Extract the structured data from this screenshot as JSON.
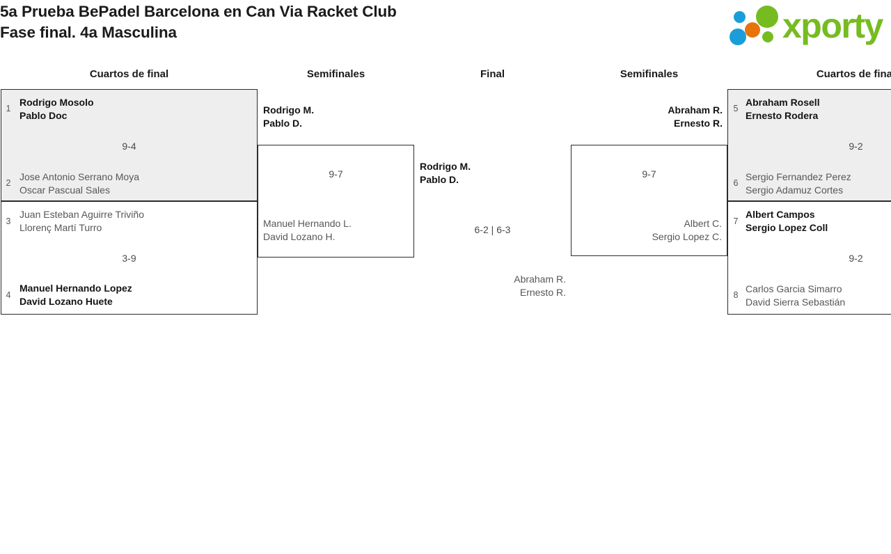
{
  "header": {
    "title": "5a Prueba BePadel Barcelona en Can Via Racket Club\nFase final. 4a Masculina",
    "logo_text": "xporty",
    "logo_colors": {
      "green": "#76bc21",
      "blue": "#1b9dd9",
      "orange": "#e8730c"
    }
  },
  "rounds": [
    {
      "id": "qf-left",
      "label": "Cuartos de final"
    },
    {
      "id": "sf-left",
      "label": "Semifinales"
    },
    {
      "id": "final",
      "label": "Final"
    },
    {
      "id": "sf-right",
      "label": "Semifinales"
    },
    {
      "id": "qf-right",
      "label": "Cuartos de final"
    }
  ],
  "matches": {
    "qf1": {
      "shaded": true,
      "score": "9-4",
      "top": {
        "seed": "1",
        "p1": "Rodrigo Mosolo",
        "p2": "Pablo Doc",
        "winner": true
      },
      "bottom": {
        "seed": "2",
        "p1": "Jose Antonio Serrano Moya",
        "p2": "Oscar Pascual Sales",
        "winner": false
      }
    },
    "qf2": {
      "shaded": false,
      "score": "3-9",
      "top": {
        "seed": "3",
        "p1": "Juan Esteban Aguirre Triviño",
        "p2": "Llorenç Martí Turro",
        "winner": false
      },
      "bottom": {
        "seed": "4",
        "p1": "Manuel Hernando Lopez",
        "p2": "David Lozano Huete",
        "winner": true
      }
    },
    "qf3": {
      "shaded": true,
      "score": "9-2",
      "top": {
        "seed": "5",
        "p1": "Abraham Rosell",
        "p2": "Ernesto Rodera",
        "winner": true
      },
      "bottom": {
        "seed": "6",
        "p1": "Sergio Fernandez Perez",
        "p2": "Sergio Adamuz Cortes",
        "winner": false
      }
    },
    "qf4": {
      "shaded": false,
      "score": "9-2",
      "top": {
        "seed": "7",
        "p1": "Albert Campos",
        "p2": "Sergio Lopez Coll",
        "winner": true
      },
      "bottom": {
        "seed": "8",
        "p1": "Carlos Garcia Simarro",
        "p2": "David Sierra Sebastián",
        "winner": false
      }
    },
    "sf1": {
      "score": "9-7",
      "top": {
        "p1": "Rodrigo M.",
        "p2": "Pablo D.",
        "winner": true
      },
      "bottom": {
        "p1": "Manuel Hernando L.",
        "p2": "David Lozano H.",
        "winner": false
      }
    },
    "sf2": {
      "score": "9-7",
      "top": {
        "p1": "Abraham R.",
        "p2": "Ernesto R.",
        "winner": true
      },
      "bottom": {
        "p1": "Albert C.",
        "p2": "Sergio Lopez C.",
        "winner": false
      }
    },
    "final": {
      "score": "6-2 | 6-3",
      "top": {
        "p1": "Rodrigo M.",
        "p2": "Pablo D.",
        "winner": true
      },
      "bottom": {
        "p1": "Abraham R.",
        "p2": "Ernesto R.",
        "winner": false
      }
    }
  }
}
